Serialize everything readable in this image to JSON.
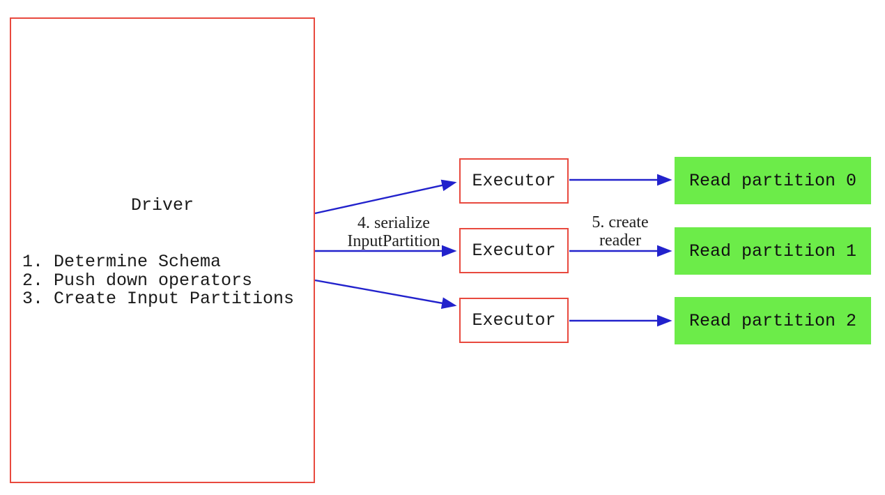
{
  "diagram": {
    "driver": {
      "title": "Driver",
      "steps": [
        "1. Determine Schema",
        "2. Push down operators",
        "3. Create Input Partitions"
      ]
    },
    "executors": [
      {
        "label": "Executor"
      },
      {
        "label": "Executor"
      },
      {
        "label": "Executor"
      }
    ],
    "partitions": [
      {
        "label": "Read partition 0"
      },
      {
        "label": "Read partition 1"
      },
      {
        "label": "Read partition 2"
      }
    ],
    "edge_labels": {
      "serialize": {
        "line1": "4. serialize",
        "line2": "InputPartition"
      },
      "create_reader": {
        "line1": "5. create",
        "line2": "reader"
      }
    },
    "colors": {
      "box_border_red": "#e8493e",
      "arrow_blue": "#2222cc",
      "partition_green": "#6cec49",
      "text_black": "#1a1a1a",
      "background": "#ffffff"
    }
  }
}
